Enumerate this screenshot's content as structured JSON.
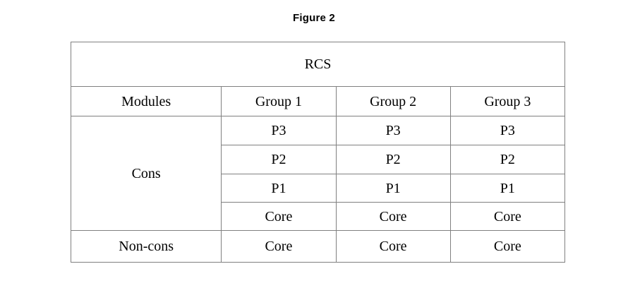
{
  "figure": {
    "title": "Figure 2"
  },
  "table": {
    "banner": "RCS",
    "header": {
      "modules_label": "Modules",
      "groups": [
        "Group 1",
        "Group 2",
        "Group 3"
      ]
    },
    "row_labels": {
      "cons": "Cons",
      "non_cons": "Non-cons"
    },
    "cons_rows": [
      {
        "module": "P3",
        "cells": [
          {
            "value": "P3",
            "highlighted": false
          },
          {
            "value": "P3",
            "highlighted": false
          },
          {
            "value": "P3",
            "highlighted": true
          }
        ]
      },
      {
        "module": "P2",
        "cells": [
          {
            "value": "P2",
            "highlighted": false
          },
          {
            "value": "P2",
            "highlighted": true
          },
          {
            "value": "P2",
            "highlighted": false
          }
        ]
      },
      {
        "module": "P1",
        "cells": [
          {
            "value": "P1",
            "highlighted": true
          },
          {
            "value": "P1",
            "highlighted": false
          },
          {
            "value": "P1",
            "highlighted": false
          }
        ]
      },
      {
        "module": "Core",
        "cells": [
          {
            "value": "Core",
            "highlighted": true
          },
          {
            "value": "Core",
            "highlighted": true
          },
          {
            "value": "Core",
            "highlighted": true
          }
        ]
      }
    ],
    "non_cons_row": {
      "cells": [
        {
          "value": "Core",
          "highlighted": true
        },
        {
          "value": "Core",
          "highlighted": true
        },
        {
          "value": "Core",
          "highlighted": true
        }
      ]
    },
    "colors": {
      "highlight": "#FEE395",
      "border": "#808080",
      "background": "#FFFFFF",
      "text": "#000000"
    }
  }
}
